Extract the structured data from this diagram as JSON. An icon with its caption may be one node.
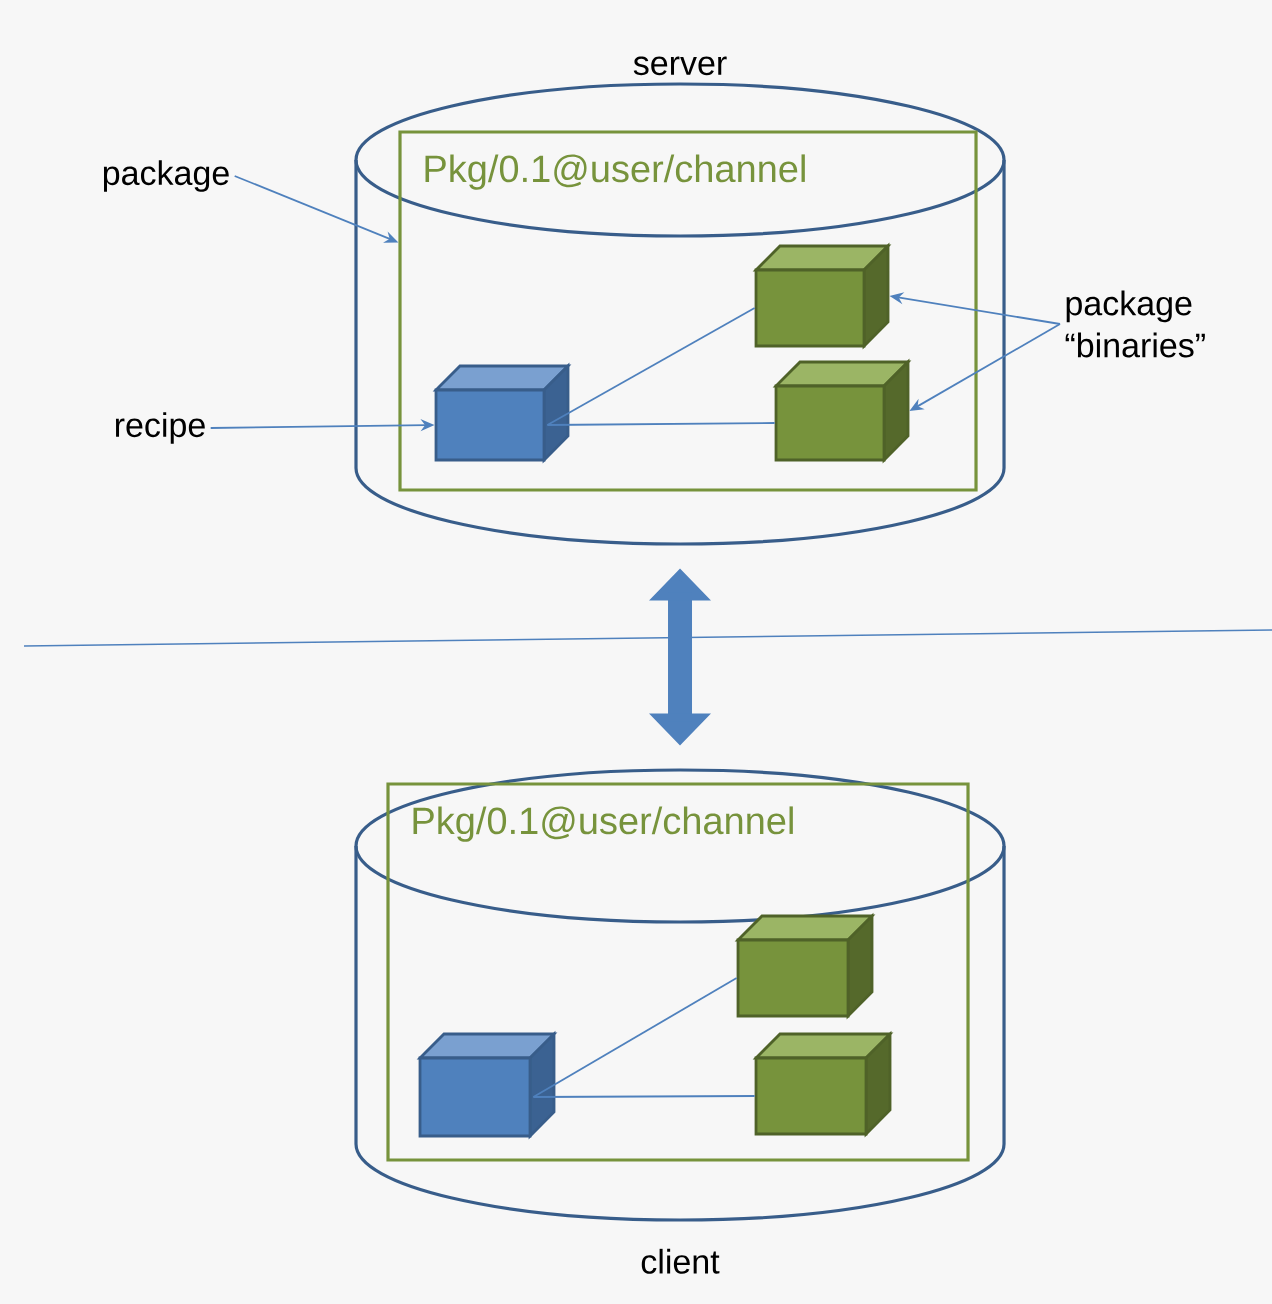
{
  "diagram": {
    "nodes": [
      {
        "text": [
          "server"
        ]
      },
      {
        "text": [
          "Pkg/0.1@user/channel"
        ],
        "in": 0
      },
      {
        "text": [],
        "shape": "box",
        "in": 1
      },
      {
        "text": [],
        "shape": "box",
        "in": 1
      },
      {
        "text": [],
        "shape": "box",
        "in": 1
      },
      {
        "text": [
          "package"
        ]
      },
      {
        "text": [
          "recipe"
        ]
      },
      {
        "text": [
          "package “binaries”"
        ]
      },
      {
        "text": [
          "client"
        ]
      },
      {
        "text": [
          "Pkg/0.1@user/channel"
        ],
        "in": 8
      },
      {
        "text": [],
        "shape": "box",
        "in": 9
      },
      {
        "text": [],
        "shape": "box",
        "in": 9
      },
      {
        "text": [],
        "shape": "box",
        "in": 9
      }
    ],
    "edges": [
      {
        "from": 2,
        "to": 3,
        "arrow": "none"
      },
      {
        "from": 2,
        "to": 4,
        "arrow": "none"
      },
      {
        "from": 5,
        "to": 1,
        "arrow": "to"
      },
      {
        "from": 6,
        "to": 2,
        "arrow": "to"
      },
      {
        "from": 7,
        "to": 3,
        "arrow": "to"
      },
      {
        "from": 7,
        "to": 4,
        "arrow": "to"
      },
      {
        "from": 10,
        "to": 11,
        "arrow": "none"
      },
      {
        "from": 10,
        "to": 12,
        "arrow": "none"
      },
      {
        "from": 0,
        "to": 8,
        "arrow": "both",
        "style": "thick"
      }
    ]
  }
}
